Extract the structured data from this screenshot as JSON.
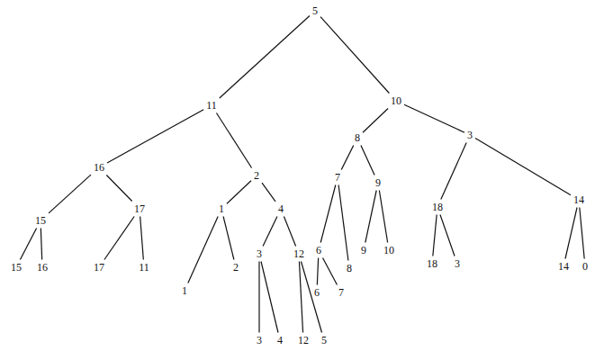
{
  "diagram": {
    "nodes": [
      {
        "text": [
          "5"
        ]
      },
      {
        "text": [
          "11"
        ]
      },
      {
        "text": [
          "10"
        ]
      },
      {
        "text": [
          "8"
        ]
      },
      {
        "text": [
          "3"
        ]
      },
      {
        "text": [
          "16"
        ]
      },
      {
        "text": [
          "2"
        ]
      },
      {
        "text": [
          "7"
        ]
      },
      {
        "text": [
          "9"
        ]
      },
      {
        "text": [
          "17"
        ]
      },
      {
        "text": [
          "1"
        ]
      },
      {
        "text": [
          "4"
        ]
      },
      {
        "text": [
          "18"
        ]
      },
      {
        "text": [
          "14"
        ]
      },
      {
        "text": [
          "15"
        ]
      },
      {
        "text": [
          "3"
        ]
      },
      {
        "text": [
          "12"
        ]
      },
      {
        "text": [
          "6"
        ]
      },
      {
        "text": [
          "9"
        ]
      },
      {
        "text": [
          "10"
        ]
      },
      {
        "text": [
          "18"
        ]
      },
      {
        "text": [
          "3"
        ]
      },
      {
        "text": [
          "14"
        ]
      },
      {
        "text": [
          "0"
        ]
      },
      {
        "text": [
          "15"
        ]
      },
      {
        "text": [
          "16"
        ]
      },
      {
        "text": [
          "17"
        ]
      },
      {
        "text": [
          "11"
        ]
      },
      {
        "text": [
          "2"
        ]
      },
      {
        "text": [
          "8"
        ]
      },
      {
        "text": [
          "1"
        ]
      },
      {
        "text": [
          "6"
        ]
      },
      {
        "text": [
          "7"
        ]
      },
      {
        "text": [
          "3"
        ]
      },
      {
        "text": [
          "4"
        ]
      },
      {
        "text": [
          "12"
        ]
      },
      {
        "text": [
          "5"
        ]
      }
    ],
    "edges": [
      {
        "from": 0,
        "to": 1,
        "arrow": "none"
      },
      {
        "from": 0,
        "to": 2,
        "arrow": "none"
      },
      {
        "from": 2,
        "to": 3,
        "arrow": "none"
      },
      {
        "from": 2,
        "to": 4,
        "arrow": "none"
      },
      {
        "from": 1,
        "to": 5,
        "arrow": "none"
      },
      {
        "from": 1,
        "to": 6,
        "arrow": "none"
      },
      {
        "from": 3,
        "to": 7,
        "arrow": "none"
      },
      {
        "from": 3,
        "to": 8,
        "arrow": "none"
      },
      {
        "from": 4,
        "to": 12,
        "arrow": "none"
      },
      {
        "from": 4,
        "to": 13,
        "arrow": "none"
      },
      {
        "from": 5,
        "to": 14,
        "arrow": "none"
      },
      {
        "from": 5,
        "to": 9,
        "arrow": "none"
      },
      {
        "from": 6,
        "to": 10,
        "arrow": "none"
      },
      {
        "from": 6,
        "to": 11,
        "arrow": "none"
      },
      {
        "from": 7,
        "to": 17,
        "arrow": "none"
      },
      {
        "from": 7,
        "to": 29,
        "arrow": "none"
      },
      {
        "from": 8,
        "to": 18,
        "arrow": "none"
      },
      {
        "from": 8,
        "to": 19,
        "arrow": "none"
      },
      {
        "from": 9,
        "to": 26,
        "arrow": "none"
      },
      {
        "from": 9,
        "to": 27,
        "arrow": "none"
      },
      {
        "from": 10,
        "to": 30,
        "arrow": "none"
      },
      {
        "from": 10,
        "to": 28,
        "arrow": "none"
      },
      {
        "from": 11,
        "to": 15,
        "arrow": "none"
      },
      {
        "from": 11,
        "to": 16,
        "arrow": "none"
      },
      {
        "from": 12,
        "to": 20,
        "arrow": "none"
      },
      {
        "from": 12,
        "to": 21,
        "arrow": "none"
      },
      {
        "from": 13,
        "to": 22,
        "arrow": "none"
      },
      {
        "from": 13,
        "to": 23,
        "arrow": "none"
      },
      {
        "from": 14,
        "to": 24,
        "arrow": "none"
      },
      {
        "from": 14,
        "to": 25,
        "arrow": "none"
      },
      {
        "from": 15,
        "to": 33,
        "arrow": "none"
      },
      {
        "from": 15,
        "to": 34,
        "arrow": "none"
      },
      {
        "from": 16,
        "to": 35,
        "arrow": "none"
      },
      {
        "from": 16,
        "to": 36,
        "arrow": "none"
      },
      {
        "from": 17,
        "to": 31,
        "arrow": "none"
      },
      {
        "from": 17,
        "to": 32,
        "arrow": "none"
      }
    ]
  }
}
